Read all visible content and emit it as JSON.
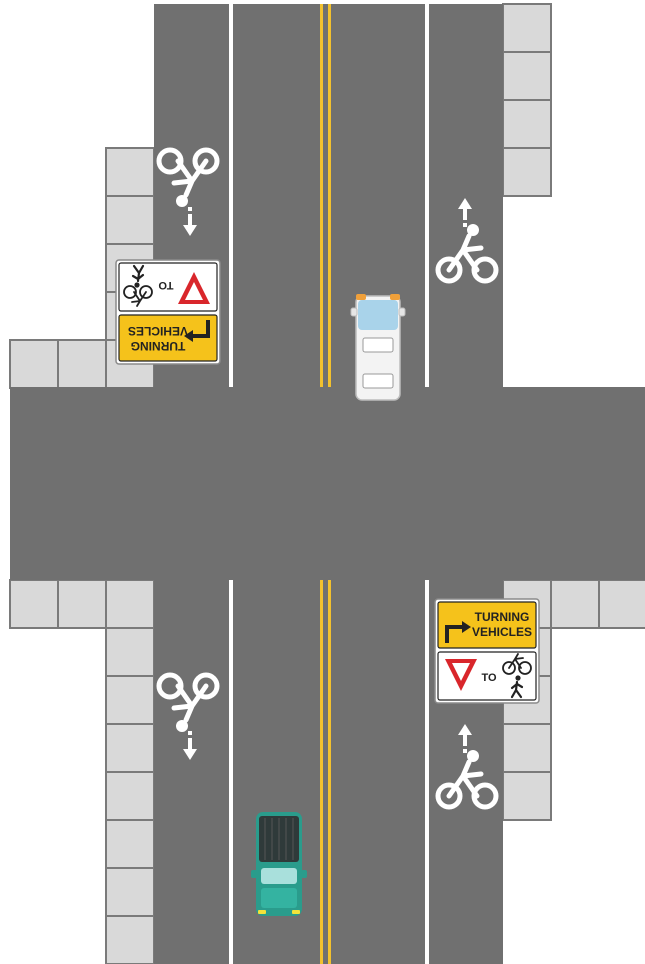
{
  "colors": {
    "road": "#707070",
    "sidewalk": "#d9d9d9",
    "sidewalk_joint": "#7a7a7a",
    "lane_line": "#ffffff",
    "center_line": "#f2c12e",
    "sign_yellow": "#f5c21b",
    "sign_red": "#d9262b",
    "van_body": "#f3f3f3",
    "van_glass": "#a9d3ea",
    "van_lights": "#f0a03a",
    "pickup_body": "#2a9c8c",
    "pickup_bed": "#2f3a3a"
  },
  "signs": {
    "top_left": {
      "line1": "TURNING",
      "line2": "VEHICLES",
      "yield_to": "TO"
    },
    "bottom_right": {
      "line1": "TURNING",
      "line2": "VEHICLES",
      "yield_to": "TO"
    }
  },
  "icons": {
    "bike_lane_symbol": "bicycle-with-rider-icon",
    "direction_arrow": "arrow-icon",
    "yield": "yield-triangle-icon",
    "pedestrian": "pedestrian-icon",
    "turn_arrow": "turn-arrow-icon"
  }
}
